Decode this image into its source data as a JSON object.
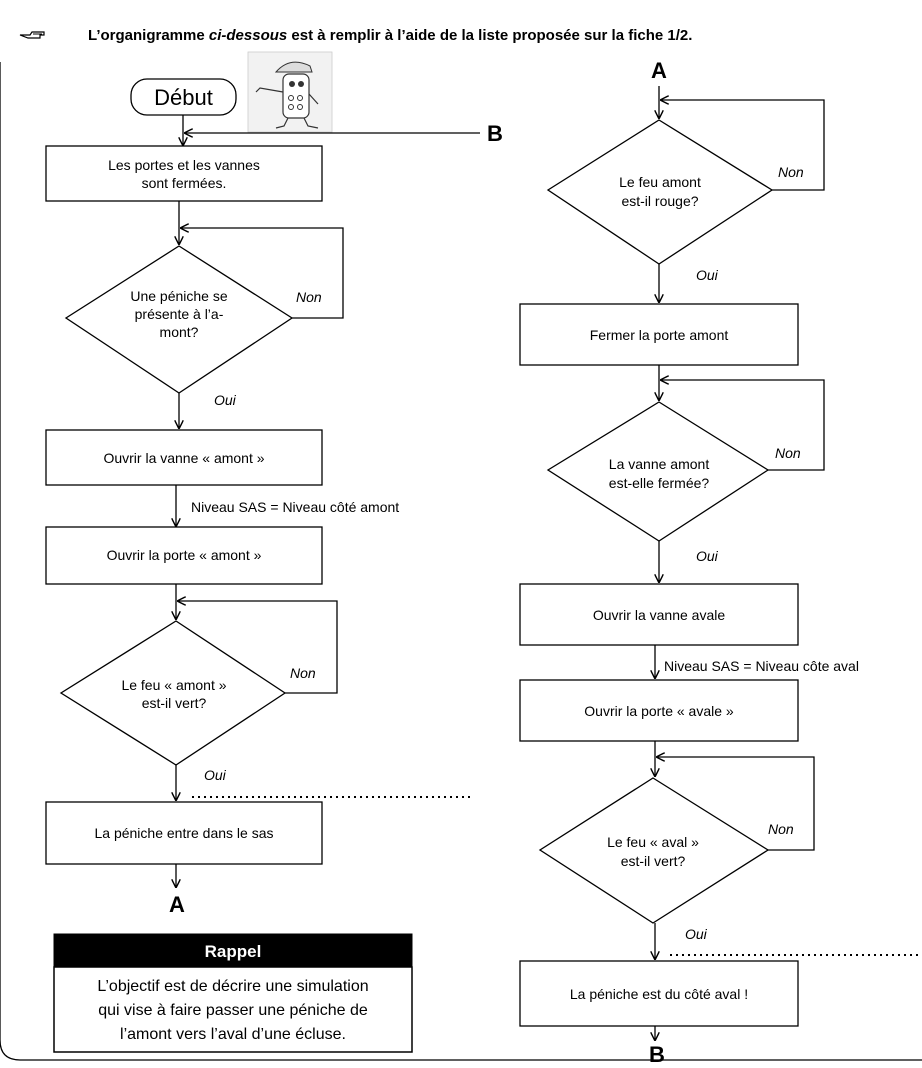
{
  "header": {
    "icon": "pointing-hand-icon",
    "text_before": "L’organigramme ",
    "text_italic": "ci-dessous",
    "text_after": " est à remplir à l’aide de la liste proposée sur la fiche 1/2."
  },
  "connectors": {
    "a": "A",
    "b": "B"
  },
  "left_flow": {
    "start": "Début",
    "box1": [
      "Les portes et les vannes",
      "sont fermées."
    ],
    "decision1": [
      "Une péniche se",
      "présente à l’a-",
      "mont?"
    ],
    "box2": "Ouvrir la vanne « amont »",
    "level_note": "Niveau SAS = Niveau côté amont",
    "box3": "Ouvrir la porte « amont »",
    "decision2": [
      "Le feu « amont »",
      "est-il vert?"
    ],
    "box4": "La péniche entre dans le sas"
  },
  "right_flow": {
    "decision1": [
      "Le feu amont",
      "est-il rouge?"
    ],
    "box1": "Fermer la porte amont",
    "decision2": [
      "La vanne amont",
      "est-elle fermée?"
    ],
    "box2": "Ouvrir la vanne avale",
    "level_note": "Niveau SAS = Niveau côte aval",
    "box3": "Ouvrir la porte « avale »",
    "decision3": [
      "Le feu « aval »",
      "est-il vert?"
    ],
    "box4": "La péniche est du côté aval !"
  },
  "labels": {
    "yes": "Oui",
    "no": "Non"
  },
  "rappel": {
    "title": "Rappel",
    "lines": [
      "L’objectif est de décrire une simulation",
      "qui vise à faire passer une péniche de",
      "l’amont vers l’aval d’une écluse."
    ]
  }
}
